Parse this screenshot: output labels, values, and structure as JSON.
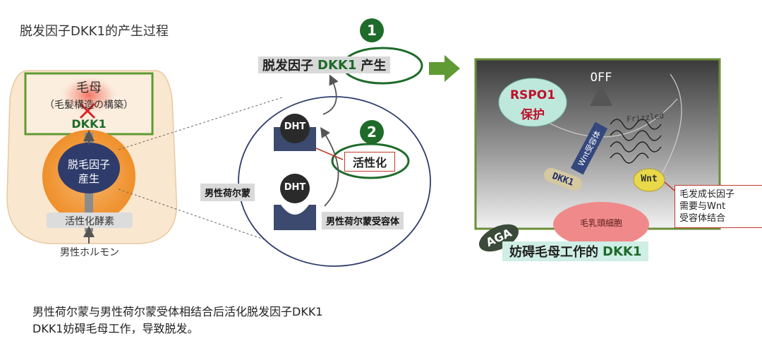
{
  "title": "脱发因子DKK1的产生过程",
  "left": {
    "mother_title": "毛母",
    "mother_sub": "（毛髪構造の構築）",
    "dkk1": "DKK1",
    "cell_label_line1": "脱毛因子",
    "cell_label_line2": "産生",
    "enzyme": "活性化酵素",
    "hormone": "男性ホルモン"
  },
  "middle": {
    "header_pre": "脱发因子",
    "header_dkk1": "DKK1",
    "header_post": "产生",
    "badge1": "1",
    "badge2": "2",
    "dht_top": "DHT",
    "dht_bottom": "DHT",
    "activate": "活性化",
    "male_hormone": "男性荷尔蒙",
    "receptor": "男性荷尔蒙受容体"
  },
  "right": {
    "rspo1_line1": "RSPO1",
    "rspo1_line2": "保护",
    "off": "OFF",
    "frizzled": "Frizzled",
    "wnt_receptor": "Wnt受容体",
    "dkk1": "DKK1",
    "wnt": "Wnt",
    "papilla": "毛乳頭細胞",
    "callout_line1": "毛发成长因子",
    "callout_line2": "需要与Wnt",
    "callout_line3": "受容体结合",
    "aga": "AGA",
    "bottom_pre": "妨碍毛母工作的",
    "bottom_dkk1": "DKK1"
  },
  "summary": {
    "line1": "男性荷尔蒙与男性荷尔蒙受体相结合后活化脱发因子DKK1",
    "line2": "DKK1妨碍毛母工作，导致脱发。"
  },
  "colors": {
    "green_dark": "#1e6b2a",
    "green_arrow": "#5f9a33",
    "orange": "#f0962e",
    "beige": "#f9e7cf",
    "navy": "#2f3c6b",
    "red": "#c0392b"
  }
}
